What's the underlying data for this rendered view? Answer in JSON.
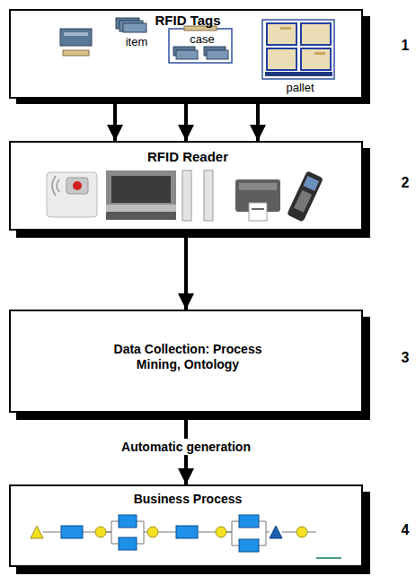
{
  "diagram": {
    "nodes": [
      {
        "text": [
          "RFID Tags",
          "item",
          "case",
          "pallet"
        ]
      },
      {
        "text": [
          "RFID Reader"
        ]
      },
      {
        "text": [
          "Data Collection: Process Mining, Ontology"
        ]
      },
      {
        "text": [
          "Business Process"
        ]
      }
    ],
    "edges": [
      {
        "from": 0,
        "to": 1,
        "arrow": "to"
      },
      {
        "from": 0,
        "to": 1,
        "arrow": "to"
      },
      {
        "from": 0,
        "to": 1,
        "arrow": "to"
      },
      {
        "from": 1,
        "to": 2,
        "arrow": "to"
      },
      {
        "from": 2,
        "to": 3,
        "label": "Automatic generation",
        "arrow": "to"
      }
    ],
    "labels": [
      "1",
      "2",
      "3",
      "4"
    ]
  }
}
